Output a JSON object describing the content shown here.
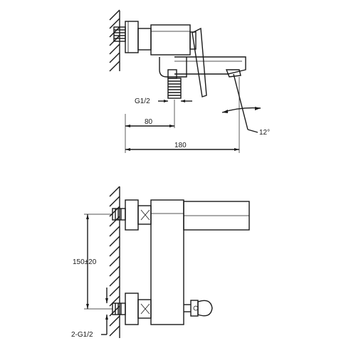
{
  "labels": {
    "thread_top": "G1/2",
    "dim_80": "80",
    "dim_180": "180",
    "angle": "12°",
    "dim_150": "150±20",
    "thread_bottom": "2-G1/2"
  }
}
